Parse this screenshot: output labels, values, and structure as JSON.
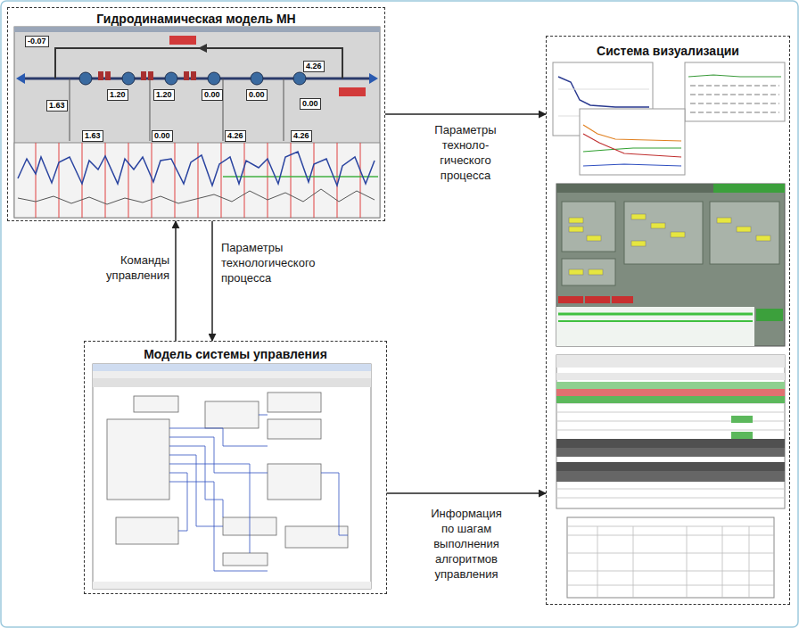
{
  "diagram": {
    "nodes": [
      {
        "text": [
          "Гидродинамическая модель МН"
        ]
      },
      {
        "text": [
          "Модель системы управления"
        ]
      },
      {
        "text": [
          "Система визуализации"
        ]
      }
    ],
    "edges": [
      {
        "from": 0,
        "to": 2,
        "arrow": "to",
        "label": "Параметры техноло- гического процесса"
      },
      {
        "from": 1,
        "to": 0,
        "arrow": "to",
        "label": "Команды управления"
      },
      {
        "from": 0,
        "to": 1,
        "arrow": "to",
        "label": "Параметры технологического процесса"
      },
      {
        "from": 1,
        "to": 2,
        "arrow": "to",
        "label": "Информация по шагам выполнения алгоритмов управления"
      }
    ],
    "labels": [
      "-0.07",
      "4.26",
      "1.63",
      "1.20",
      "1.20",
      "0.00",
      "0.00",
      "0.00",
      "1.63",
      "0.00",
      "4.26",
      "4.26"
    ]
  }
}
